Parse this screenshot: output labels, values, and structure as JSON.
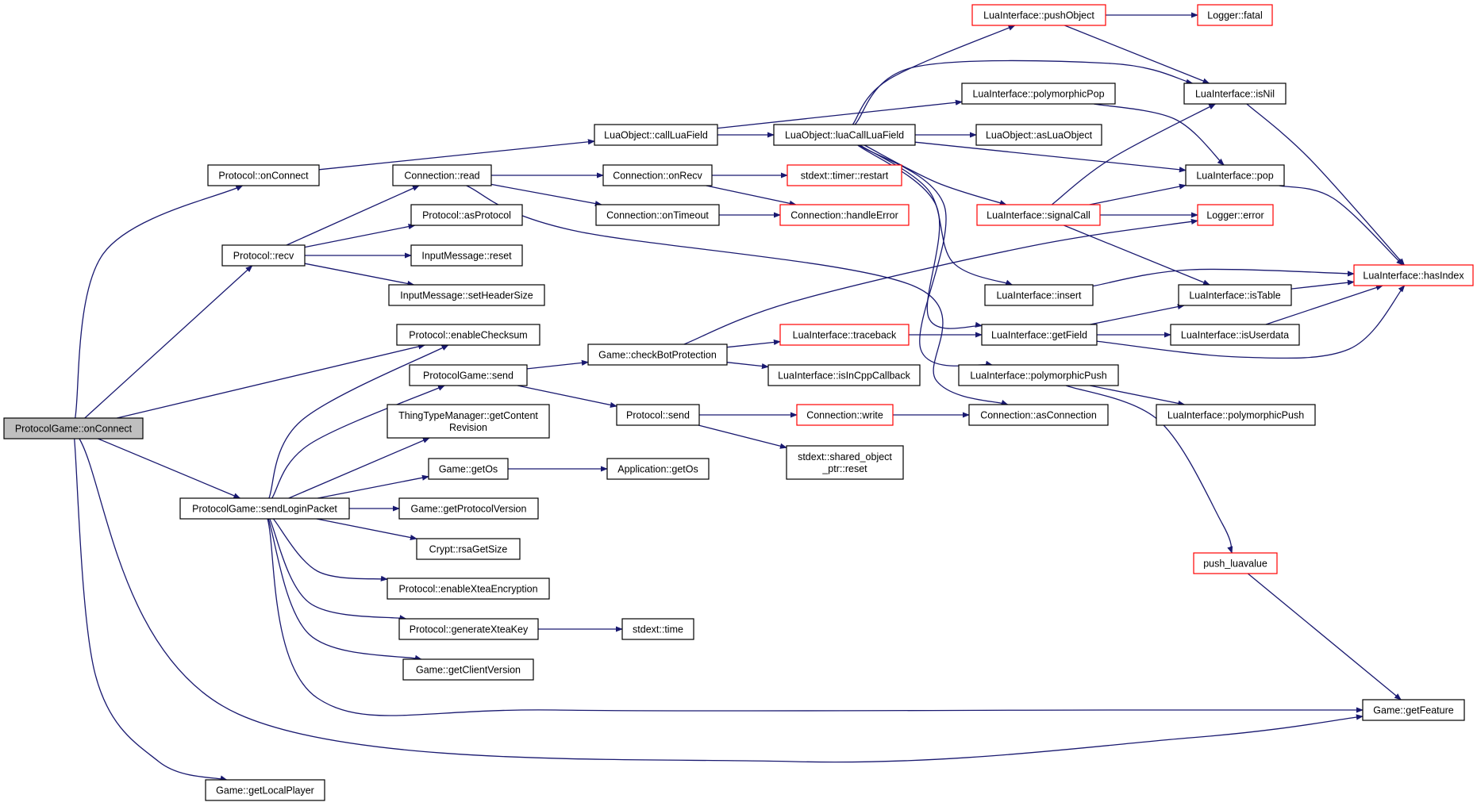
{
  "graph": {
    "colors": {
      "edge": "#191970",
      "node_border": "#000000",
      "truncated_border": "#ff0000",
      "root_fill": "#bfbfbf",
      "node_fill": "#ffffff"
    },
    "nodes": [
      {
        "id": "root",
        "lines": [
          "ProtocolGame::onConnect"
        ],
        "style": "root"
      },
      {
        "id": "proto_onconnect",
        "lines": [
          "Protocol::onConnect"
        ],
        "style": "normal"
      },
      {
        "id": "proto_recv",
        "lines": [
          "Protocol::recv"
        ],
        "style": "normal"
      },
      {
        "id": "conn_read",
        "lines": [
          "Connection::read"
        ],
        "style": "normal"
      },
      {
        "id": "proto_asprotocol",
        "lines": [
          "Protocol::asProtocol"
        ],
        "style": "normal"
      },
      {
        "id": "inmsg_reset",
        "lines": [
          "InputMessage::reset"
        ],
        "style": "normal"
      },
      {
        "id": "inmsg_setheader",
        "lines": [
          "InputMessage::setHeaderSize"
        ],
        "style": "normal"
      },
      {
        "id": "proto_enablechecksum",
        "lines": [
          "Protocol::enableChecksum"
        ],
        "style": "normal"
      },
      {
        "id": "pg_send",
        "lines": [
          "ProtocolGame::send"
        ],
        "style": "normal"
      },
      {
        "id": "ttm_getcontent",
        "lines": [
          "ThingTypeManager::getContent",
          "Revision"
        ],
        "style": "normal"
      },
      {
        "id": "game_getos",
        "lines": [
          "Game::getOs"
        ],
        "style": "normal"
      },
      {
        "id": "pg_sendlogin",
        "lines": [
          "ProtocolGame::sendLoginPacket"
        ],
        "style": "normal"
      },
      {
        "id": "game_getprotover",
        "lines": [
          "Game::getProtocolVersion"
        ],
        "style": "normal"
      },
      {
        "id": "crypt_rsa",
        "lines": [
          "Crypt::rsaGetSize"
        ],
        "style": "normal"
      },
      {
        "id": "proto_enablextea",
        "lines": [
          "Protocol::enableXteaEncryption"
        ],
        "style": "normal"
      },
      {
        "id": "proto_genxtea",
        "lines": [
          "Protocol::generateXteaKey"
        ],
        "style": "normal"
      },
      {
        "id": "game_getclientver",
        "lines": [
          "Game::getClientVersion"
        ],
        "style": "normal"
      },
      {
        "id": "game_getlocalplayer",
        "lines": [
          "Game::getLocalPlayer"
        ],
        "style": "normal"
      },
      {
        "id": "luaobj_callluafield",
        "lines": [
          "LuaObject::callLuaField"
        ],
        "style": "normal"
      },
      {
        "id": "conn_onrecv",
        "lines": [
          "Connection::onRecv"
        ],
        "style": "normal"
      },
      {
        "id": "conn_ontimeout",
        "lines": [
          "Connection::onTimeout"
        ],
        "style": "normal"
      },
      {
        "id": "game_checkbot",
        "lines": [
          "Game::checkBotProtection"
        ],
        "style": "normal"
      },
      {
        "id": "proto_send",
        "lines": [
          "Protocol::send"
        ],
        "style": "normal"
      },
      {
        "id": "app_getos",
        "lines": [
          "Application::getOs"
        ],
        "style": "normal"
      },
      {
        "id": "stdext_time",
        "lines": [
          "stdext::time"
        ],
        "style": "normal"
      },
      {
        "id": "luaobj_luacallluafield",
        "lines": [
          "LuaObject::luaCallLuaField"
        ],
        "style": "normal"
      },
      {
        "id": "timer_restart",
        "lines": [
          "stdext::timer::restart"
        ],
        "style": "truncated"
      },
      {
        "id": "conn_handleerror",
        "lines": [
          "Connection::handleError"
        ],
        "style": "truncated"
      },
      {
        "id": "li_traceback",
        "lines": [
          "LuaInterface::traceback"
        ],
        "style": "truncated"
      },
      {
        "id": "li_isincppcallback",
        "lines": [
          "LuaInterface::isInCppCallback"
        ],
        "style": "normal"
      },
      {
        "id": "conn_write",
        "lines": [
          "Connection::write"
        ],
        "style": "truncated"
      },
      {
        "id": "so_reset",
        "lines": [
          "stdext::shared_object",
          "_ptr::reset"
        ],
        "style": "normal"
      },
      {
        "id": "li_pushobject",
        "lines": [
          "LuaInterface::pushObject"
        ],
        "style": "truncated"
      },
      {
        "id": "li_polypop",
        "lines": [
          "LuaInterface::polymorphicPop"
        ],
        "style": "normal"
      },
      {
        "id": "luaobj_asluaobject",
        "lines": [
          "LuaObject::asLuaObject"
        ],
        "style": "normal"
      },
      {
        "id": "li_signalcall",
        "lines": [
          "LuaInterface::signalCall"
        ],
        "style": "truncated"
      },
      {
        "id": "li_insert",
        "lines": [
          "LuaInterface::insert"
        ],
        "style": "normal"
      },
      {
        "id": "li_getfield",
        "lines": [
          "LuaInterface::getField"
        ],
        "style": "normal"
      },
      {
        "id": "li_polypush1",
        "lines": [
          "LuaInterface::polymorphicPush"
        ],
        "style": "normal"
      },
      {
        "id": "conn_asconnection",
        "lines": [
          "Connection::asConnection"
        ],
        "style": "normal"
      },
      {
        "id": "logger_fatal",
        "lines": [
          "Logger::fatal"
        ],
        "style": "truncated"
      },
      {
        "id": "li_isnil",
        "lines": [
          "LuaInterface::isNil"
        ],
        "style": "normal"
      },
      {
        "id": "li_pop",
        "lines": [
          "LuaInterface::pop"
        ],
        "style": "normal"
      },
      {
        "id": "logger_error",
        "lines": [
          "Logger::error"
        ],
        "style": "truncated"
      },
      {
        "id": "li_istable",
        "lines": [
          "LuaInterface::isTable"
        ],
        "style": "normal"
      },
      {
        "id": "li_isuserdata",
        "lines": [
          "LuaInterface::isUserdata"
        ],
        "style": "normal"
      },
      {
        "id": "li_polypush2",
        "lines": [
          "LuaInterface::polymorphicPush"
        ],
        "style": "normal"
      },
      {
        "id": "push_luavalue",
        "lines": [
          "push_luavalue"
        ],
        "style": "truncated"
      },
      {
        "id": "li_hasindex",
        "lines": [
          "LuaInterface::hasIndex"
        ],
        "style": "truncated"
      },
      {
        "id": "game_getfeature",
        "lines": [
          "Game::getFeature"
        ],
        "style": "normal"
      }
    ],
    "edges": [
      [
        "root",
        "proto_onconnect"
      ],
      [
        "root",
        "proto_recv"
      ],
      [
        "root",
        "proto_enablechecksum"
      ],
      [
        "root",
        "pg_sendlogin"
      ],
      [
        "root",
        "game_getlocalplayer"
      ],
      [
        "root",
        "game_getfeature"
      ],
      [
        "proto_onconnect",
        "luaobj_callluafield"
      ],
      [
        "proto_recv",
        "conn_read"
      ],
      [
        "proto_recv",
        "proto_asprotocol"
      ],
      [
        "proto_recv",
        "inmsg_reset"
      ],
      [
        "proto_recv",
        "inmsg_setheader"
      ],
      [
        "conn_read",
        "conn_onrecv"
      ],
      [
        "conn_read",
        "conn_ontimeout"
      ],
      [
        "conn_read",
        "conn_asconnection"
      ],
      [
        "pg_sendlogin",
        "proto_enablechecksum"
      ],
      [
        "pg_sendlogin",
        "pg_send"
      ],
      [
        "pg_sendlogin",
        "ttm_getcontent"
      ],
      [
        "pg_sendlogin",
        "game_getos"
      ],
      [
        "pg_sendlogin",
        "game_getprotover"
      ],
      [
        "pg_sendlogin",
        "crypt_rsa"
      ],
      [
        "pg_sendlogin",
        "proto_enablextea"
      ],
      [
        "pg_sendlogin",
        "proto_genxtea"
      ],
      [
        "pg_sendlogin",
        "game_getclientver"
      ],
      [
        "pg_sendlogin",
        "game_getfeature"
      ],
      [
        "pg_send",
        "game_checkbot"
      ],
      [
        "pg_send",
        "proto_send"
      ],
      [
        "game_getos",
        "app_getos"
      ],
      [
        "proto_genxtea",
        "stdext_time"
      ],
      [
        "luaobj_callluafield",
        "luaobj_luacallluafield"
      ],
      [
        "luaobj_callluafield",
        "li_polypop"
      ],
      [
        "conn_onrecv",
        "timer_restart"
      ],
      [
        "conn_onrecv",
        "conn_handleerror"
      ],
      [
        "conn_ontimeout",
        "conn_handleerror"
      ],
      [
        "game_checkbot",
        "li_traceback"
      ],
      [
        "game_checkbot",
        "li_isincppcallback"
      ],
      [
        "game_checkbot",
        "logger_error"
      ],
      [
        "proto_send",
        "conn_write"
      ],
      [
        "proto_send",
        "so_reset"
      ],
      [
        "luaobj_luacallluafield",
        "li_pushobject"
      ],
      [
        "luaobj_luacallluafield",
        "li_isnil"
      ],
      [
        "luaobj_luacallluafield",
        "luaobj_asluaobject"
      ],
      [
        "luaobj_luacallluafield",
        "li_pop"
      ],
      [
        "luaobj_luacallluafield",
        "li_signalcall"
      ],
      [
        "luaobj_luacallluafield",
        "li_insert"
      ],
      [
        "luaobj_luacallluafield",
        "li_getfield"
      ],
      [
        "luaobj_luacallluafield",
        "li_polypush1"
      ],
      [
        "li_traceback",
        "li_getfield"
      ],
      [
        "conn_write",
        "conn_asconnection"
      ],
      [
        "li_pushobject",
        "logger_fatal"
      ],
      [
        "li_pushobject",
        "li_isnil"
      ],
      [
        "li_polypop",
        "li_pop"
      ],
      [
        "li_signalcall",
        "li_isnil"
      ],
      [
        "li_signalcall",
        "li_pop"
      ],
      [
        "li_signalcall",
        "logger_error"
      ],
      [
        "li_signalcall",
        "li_istable"
      ],
      [
        "li_insert",
        "li_hasindex"
      ],
      [
        "li_getfield",
        "li_istable"
      ],
      [
        "li_getfield",
        "li_isuserdata"
      ],
      [
        "li_getfield",
        "li_hasindex"
      ],
      [
        "li_polypush1",
        "li_polypush2"
      ],
      [
        "li_polypush1",
        "push_luavalue"
      ],
      [
        "li_isnil",
        "li_hasindex"
      ],
      [
        "li_pop",
        "li_hasindex"
      ],
      [
        "li_istable",
        "li_hasindex"
      ],
      [
        "li_isuserdata",
        "li_hasindex"
      ],
      [
        "push_luavalue",
        "game_getfeature"
      ]
    ]
  }
}
